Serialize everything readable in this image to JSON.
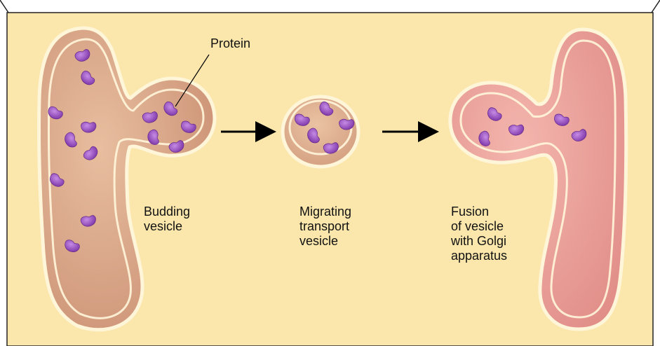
{
  "labels": {
    "protein": "Protein",
    "budding": [
      "Budding",
      "vesicle"
    ],
    "migrating": [
      "Migrating",
      "transport",
      "vesicle"
    ],
    "fusion": [
      "Fusion",
      "of vesicle",
      "with Golgi",
      "apparatus"
    ]
  },
  "colors": {
    "background": "#FBE7AC",
    "er_body": "#D9A283",
    "golgi_body": "#EC9C97",
    "membrane": "#FFF6DA",
    "protein": "#9B4FC0",
    "arrow": "#000000"
  },
  "icons": [
    "protein-icon",
    "arrow-right-icon"
  ]
}
